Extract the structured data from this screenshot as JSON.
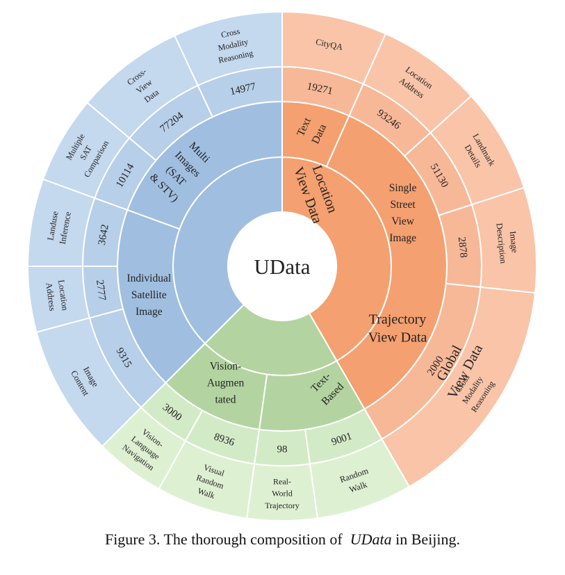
{
  "chart_data": {
    "type": "sunburst",
    "center_label": "UData",
    "categories": [
      {
        "name": "Location View Data",
        "label_lines": [
          "Location",
          "View Data"
        ],
        "color": "#f4a070",
        "children": [
          {
            "name": "Text Data",
            "label_lines": [
              "Text",
              "Data"
            ],
            "color": "#f4a070",
            "tasks": [
              {
                "name": "CityQA",
                "label_lines": [
                  "CityQA"
                ],
                "value": 19271
              }
            ]
          },
          {
            "name": "Single Street View Image",
            "label_lines": [
              "Single",
              "Street",
              "View",
              "Image"
            ],
            "color": "#f4a070",
            "tasks": [
              {
                "name": "Location Address",
                "label_lines": [
                  "Location",
                  "Address"
                ],
                "value": 93246
              },
              {
                "name": "Landmark Details",
                "label_lines": [
                  "Landmark",
                  "Details"
                ],
                "value": 51130
              },
              {
                "name": "Image Description",
                "label_lines": [
                  "Image",
                  "Description"
                ],
                "value": 2878
              },
              {
                "name": "Cross Modality Reasoning",
                "label_lines": [
                  "Cross",
                  "Modality",
                  "Reasoning"
                ],
                "value": 2000
              }
            ]
          }
        ]
      },
      {
        "name": "Trajectory View Data",
        "label_lines": [
          "Trajectory",
          "View Data"
        ],
        "color": "#b3d4a0",
        "children": [
          {
            "name": "Text-Based",
            "label_lines": [
              "Text-",
              "Based"
            ],
            "color": "#b3d4a0",
            "tasks": [
              {
                "name": "Random Walk",
                "label_lines": [
                  "Random",
                  "Walk"
                ],
                "value": 9001
              },
              {
                "name": "Real-World Trajectory",
                "label_lines": [
                  "Real-",
                  "World",
                  "Trajectory"
                ],
                "value": 98
              }
            ]
          },
          {
            "name": "Vision-Augmented",
            "label_lines": [
              "Vision-",
              "Augmen",
              "tated"
            ],
            "color": "#b3d4a0",
            "tasks": [
              {
                "name": "Visual Random Walk",
                "label_lines": [
                  "Visual",
                  "Random",
                  "Walk"
                ],
                "value": 8936
              },
              {
                "name": "Vision-Language Navigation",
                "label_lines": [
                  "Vision-",
                  "Language",
                  "Navigation"
                ],
                "value": 3000
              }
            ]
          }
        ]
      },
      {
        "name": "Global View Data",
        "label_lines": [
          "Global",
          "View Data"
        ],
        "color": "#a0bfe0",
        "children": [
          {
            "name": "Individual Satellite Image",
            "label_lines": [
              "Individual",
              "Satellite",
              "Image"
            ],
            "color": "#a0bfe0",
            "tasks": [
              {
                "name": "Image Content",
                "label_lines": [
                  "Image",
                  "Content"
                ],
                "value": 9315
              },
              {
                "name": "Location Address",
                "label_lines": [
                  "Location",
                  "Address"
                ],
                "value": 2777
              },
              {
                "name": "Landuse Inference",
                "label_lines": [
                  "Landuse",
                  "Inference"
                ],
                "value": 3642
              }
            ]
          },
          {
            "name": "Multi Images (SAT & STV)",
            "label_lines": [
              "Multi",
              "Images",
              "(SAT",
              "& STV)"
            ],
            "color": "#a0bfe0",
            "tasks": [
              {
                "name": "Multiple SAT Comparison",
                "label_lines": [
                  "Multiple",
                  "SAT",
                  "Comparison"
                ],
                "value": 10114
              },
              {
                "name": "Cross-View Data",
                "label_lines": [
                  "Cross-",
                  "View",
                  "Data"
                ],
                "value": 77204
              },
              {
                "name": "Cross Modality Reasoning",
                "label_lines": [
                  "Cross",
                  "Modality",
                  "Reasoning"
                ],
                "value": 14977
              }
            ]
          }
        ]
      }
    ],
    "colors": {
      "location_inner": "#f4a070",
      "location_outer": "#f7b898",
      "location_task": "#f9c4a8",
      "trajectory_inner": "#b3d4a0",
      "trajectory_outer": "#d3eac7",
      "trajectory_task": "#def0d2",
      "global_inner": "#a0bfe0",
      "global_outer": "#b7cfe9",
      "global_task": "#c4d8ee",
      "separator": "#ffffff"
    }
  },
  "caption": {
    "prefix": "Figure 3. The thorough composition of",
    "emphasis": "UData",
    "suffix": "in Beijing."
  }
}
